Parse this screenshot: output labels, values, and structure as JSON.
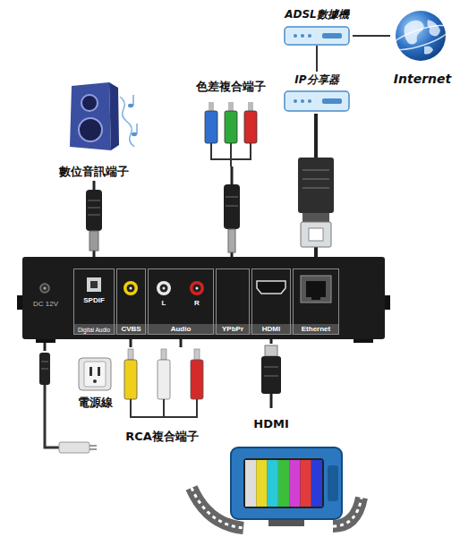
{
  "diagram": {
    "nodes": [
      {
        "text": [
          "Internet"
        ]
      },
      {
        "text": [
          "ADSL數據機"
        ]
      },
      {
        "text": [
          "IP分享器"
        ]
      },
      {
        "text": [
          "數位音訊端子"
        ]
      },
      {
        "text": [
          "色差複合端子"
        ]
      },
      {
        "text": [
          "DC 12V"
        ]
      },
      {
        "text": [
          "SPDIF",
          "Digital Audio"
        ],
        "in": 5
      },
      {
        "text": [
          "CVBS"
        ],
        "in": 5
      },
      {
        "text": [
          "L",
          "R",
          "Audio"
        ],
        "in": 5
      },
      {
        "text": [
          "YPbPr"
        ],
        "in": 5
      },
      {
        "text": [
          "HDMI"
        ],
        "in": 5
      },
      {
        "text": [
          "Ethernet"
        ],
        "in": 5
      },
      {
        "text": [
          "電源線"
        ]
      },
      {
        "text": [
          "RCA複合端子"
        ]
      },
      {
        "text": [
          "HDMI"
        ]
      }
    ],
    "edges": [
      {
        "from": 1,
        "to": 0,
        "arrow": "none"
      },
      {
        "from": 1,
        "to": 2,
        "arrow": "none"
      },
      {
        "from": 2,
        "to": 11,
        "arrow": "none"
      },
      {
        "from": 3,
        "to": 6,
        "arrow": "none"
      },
      {
        "from": 4,
        "to": 9,
        "arrow": "none"
      },
      {
        "from": 12,
        "to": 5,
        "arrow": "none"
      },
      {
        "from": 13,
        "to": 7,
        "arrow": "none"
      },
      {
        "from": 13,
        "to": 8,
        "arrow": "none"
      },
      {
        "from": 14,
        "to": 10,
        "arrow": "none"
      }
    ]
  }
}
